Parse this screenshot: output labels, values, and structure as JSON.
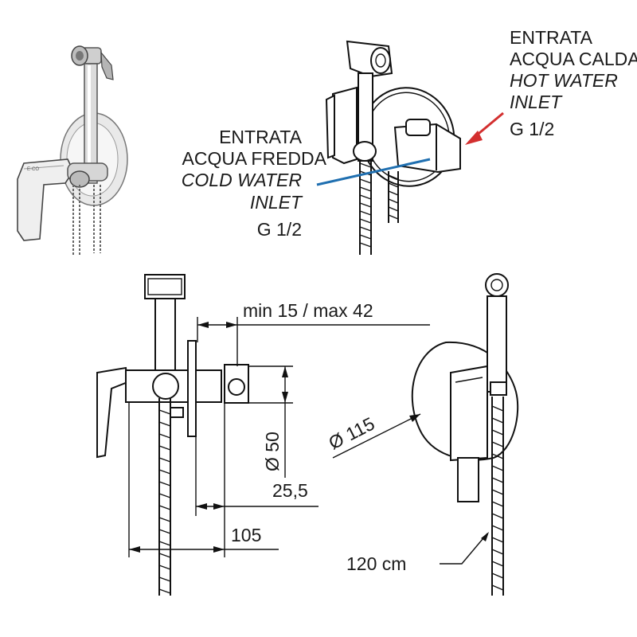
{
  "hot_inlet": {
    "line1": "ENTRATA",
    "line2": "ACQUA CALDA",
    "line3": "HOT WATER",
    "line4": "INLET",
    "thread": "G 1/2",
    "arrow_color": "#d32f2f"
  },
  "cold_inlet": {
    "line1": "ENTRATA",
    "line2": "ACQUA FREDDA",
    "line3": "COLD WATER",
    "line4": "INLET",
    "thread": "G 1/2",
    "arrow_color": "#1f6fb0"
  },
  "dimensions": {
    "depth_range": "min 15 / max 42",
    "body_diameter": "Ø 50",
    "offset": "25,5",
    "overall_length": "105",
    "plate_diameter": "Ø 115",
    "hose_length": "120 cm"
  },
  "icons": {
    "photo": "mixer-with-hand-shower-photo",
    "hot_arrow": "red-arrow-icon",
    "cold_arrow": "blue-arrow-icon"
  }
}
